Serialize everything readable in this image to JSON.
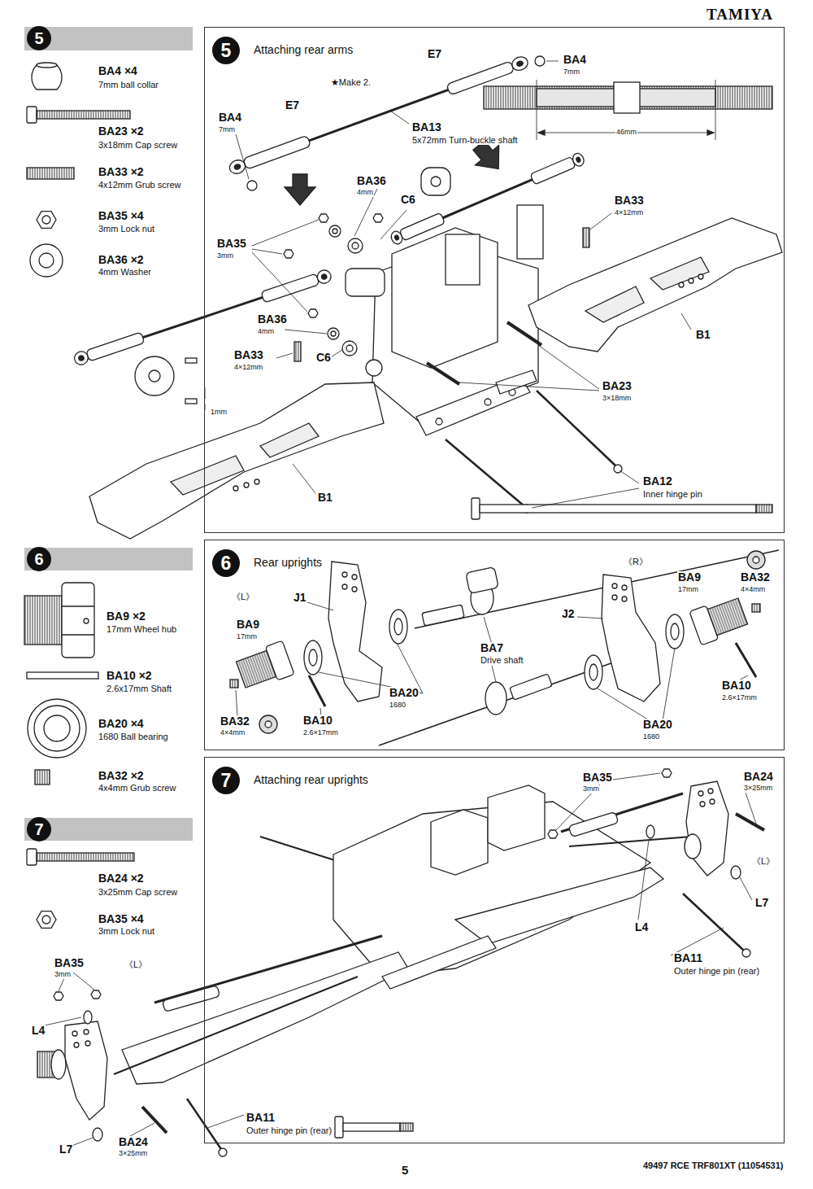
{
  "diagram": {
    "nodes": [
      {
        "text": [
          "5"
        ]
      },
      {
        "text": [
          "5",
          "Attaching rear arms"
        ]
      },
      {
        "text": [
          "6"
        ]
      },
      {
        "text": [
          "6",
          "Rear uprights"
        ]
      },
      {
        "text": [
          "7"
        ]
      },
      {
        "text": [
          "7",
          "Attaching rear uprights"
        ]
      }
    ],
    "labels": [
      "TAMIYA",
      "BA4 ×4",
      "7mm ball collar",
      "BA23 ×2",
      "3x18mm Cap screw",
      "BA33 ×2",
      "4x12mm Grub screw",
      "BA35 ×4",
      "3mm Lock nut",
      "BA36 ×2",
      "4mm Washer",
      "E7",
      "BA4",
      "7mm",
      "★Make 2.",
      "BA4",
      "7mm",
      "E7",
      "BA13",
      "5x72mm Turn-buckle shaft",
      "46mm",
      "BA36",
      "4mm",
      "C6",
      "BA33",
      "4×12mm",
      "BA35",
      "3mm",
      "BA36",
      "4mm",
      "BA33",
      "4×12mm",
      "C6",
      "B1",
      "1mm",
      "BA23",
      "3×18mm",
      "BA12",
      "Inner hinge pin",
      "B1",
      "BA9 ×2",
      "17mm Wheel hub",
      "BA10 ×2",
      "2.6x17mm Shaft",
      "BA20 ×4",
      "1680 Ball bearing",
      "BA32 ×2",
      "4x4mm Grub screw",
      "《L》",
      "J1",
      "BA9",
      "17mm",
      "BA32",
      "4×4mm",
      "BA10",
      "2.6×17mm",
      "BA20",
      "1680",
      "BA7",
      "Drive shaft",
      "《R》",
      "J2",
      "BA9",
      "17mm",
      "BA32",
      "4×4mm",
      "BA10",
      "2.6×17mm",
      "BA20",
      "1680",
      "BA24 ×2",
      "3x25mm Cap screw",
      "BA35 ×4",
      "3mm Lock nut",
      "BA35",
      "3mm",
      "BA24",
      "3×25mm",
      "《L》",
      "L7",
      "L4",
      "BA11",
      "Outer hinge pin (rear)",
      "BA35",
      "3mm",
      "《L》",
      "L4",
      "L7",
      "BA24",
      "3×25mm",
      "BA11",
      "Outer hinge pin (rear)",
      "5",
      "49497 RCE TRF801XT (11054531)"
    ]
  }
}
